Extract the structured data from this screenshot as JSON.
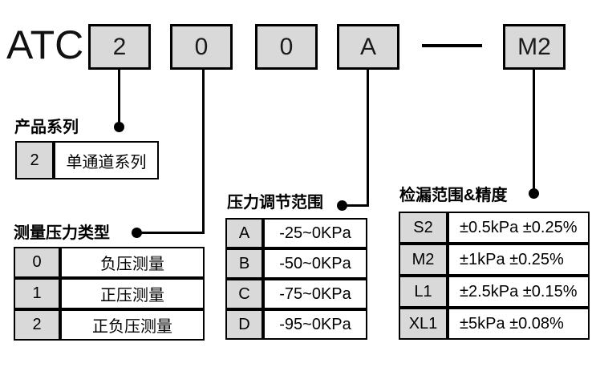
{
  "brand": "ATC",
  "model_code": {
    "boxes": [
      "2",
      "0",
      "0",
      "A",
      "M2"
    ]
  },
  "colors": {
    "box_fill": "#d9d9d9",
    "line": "#000000",
    "background": "#ffffff"
  },
  "sections": [
    {
      "title": "产品系列",
      "rows": [
        {
          "code": "2",
          "desc": "单通道系列"
        }
      ]
    },
    {
      "title": "测量压力类型",
      "rows": [
        {
          "code": "0",
          "desc": "负压测量"
        },
        {
          "code": "1",
          "desc": "正压测量"
        },
        {
          "code": "2",
          "desc": "正负压测量"
        }
      ]
    },
    {
      "title": "压力调节范围",
      "rows": [
        {
          "code": "A",
          "desc": "-25~0KPa"
        },
        {
          "code": "B",
          "desc": "-50~0KPa"
        },
        {
          "code": "C",
          "desc": "-75~0KPa"
        },
        {
          "code": "D",
          "desc": "-95~0KPa"
        }
      ]
    },
    {
      "title": "检漏范围&精度",
      "rows": [
        {
          "code": "S2",
          "desc": "±0.5kPa ±0.25%"
        },
        {
          "code": "M2",
          "desc": "±1kPa ±0.25%"
        },
        {
          "code": "L1",
          "desc": "±2.5kPa ±0.15%"
        },
        {
          "code": "XL1",
          "desc": "±5kPa ±0.08%"
        }
      ]
    }
  ]
}
